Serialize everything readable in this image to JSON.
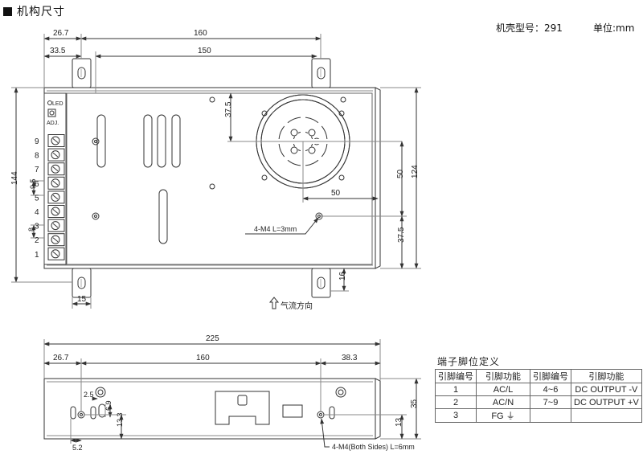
{
  "header": {
    "title": "机构尺寸"
  },
  "case_label": "机壳型号：291",
  "unit_label": "单位:mm",
  "top_view": {
    "dims": {
      "w_26_7": "26.7",
      "w_160": "160",
      "w_33_5": "33.5",
      "w_150": "150",
      "h_144": "144",
      "h_124": "124",
      "v_37_5_top": "37.5",
      "v_50": "50",
      "h_50": "50",
      "v_37_5_bot": "37.5",
      "v_16": "16",
      "w_15": "15",
      "v_9_5": "9.5",
      "v_8": "8"
    },
    "terminals": [
      "9",
      "8",
      "7",
      "6",
      "5",
      "4",
      "3",
      "2",
      "1"
    ],
    "led_label": "LED",
    "adj_label": "ADJ.",
    "screw_note": "4-M4 L=3mm",
    "airflow_label": "气流方向"
  },
  "side_view": {
    "dims": {
      "w_225": "225",
      "w_26_7": "26.7",
      "w_160": "160",
      "w_38_3": "38.3",
      "v_35": "35",
      "v_13": "13",
      "v_2_5": "2.5",
      "v_6_9": "6.9",
      "v_13_3": "13.3",
      "w_5_2": "5.2"
    },
    "screw_note": "4-M4(Both Sides) L=6mm"
  },
  "pin_table": {
    "title": "端子脚位定义",
    "headers": [
      "引脚编号",
      "引脚功能",
      "引脚编号",
      "引脚功能"
    ],
    "rows": [
      [
        "1",
        "AC/L",
        "4~6",
        "DC OUTPUT -V"
      ],
      [
        "2",
        "AC/N",
        "7~9",
        "DC OUTPUT +V"
      ],
      [
        "3",
        "FG ⏚",
        "",
        ""
      ]
    ]
  }
}
